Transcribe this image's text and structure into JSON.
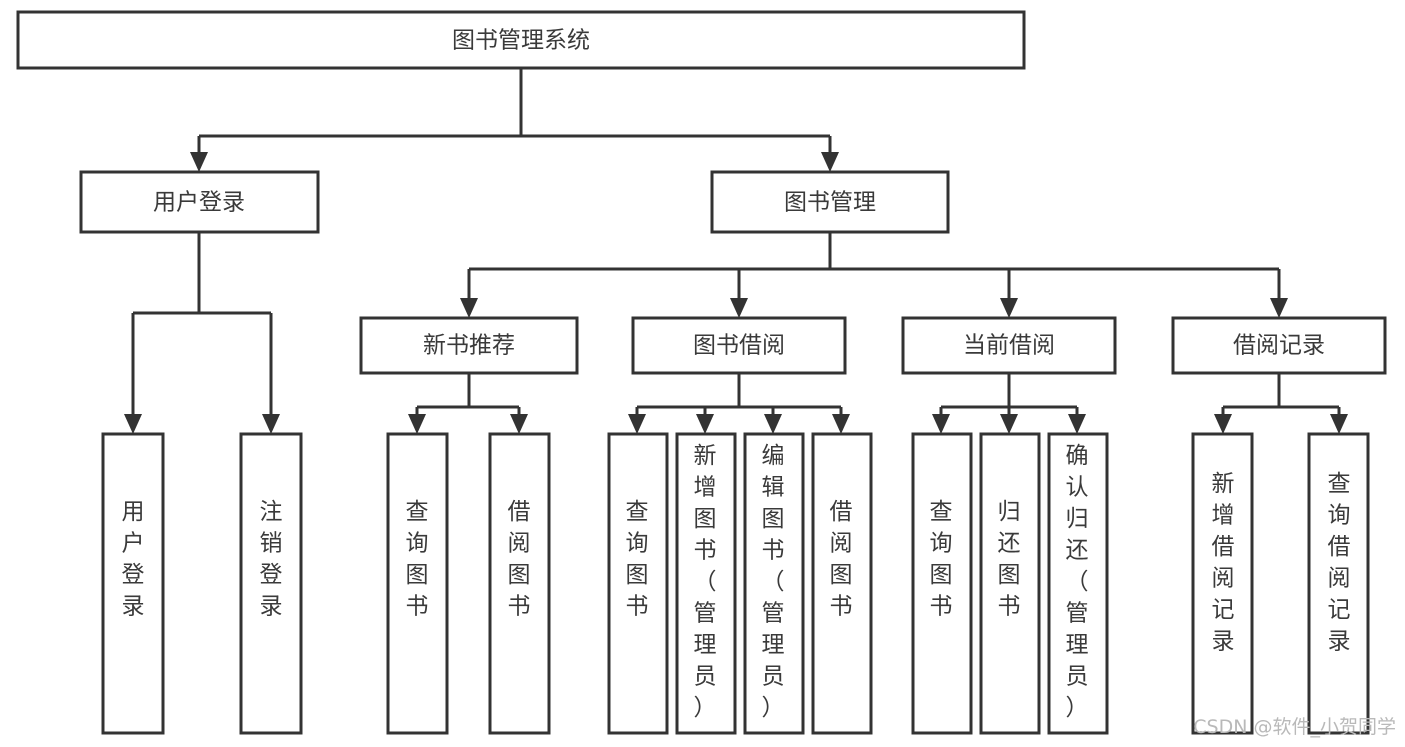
{
  "diagram": {
    "type": "tree-hierarchy-chart",
    "title": "图书管理系统",
    "orientation": "top-down",
    "colors": {
      "box_stroke": "#333333",
      "box_fill": "#ffffff",
      "text": "#3a3a3a",
      "connector": "#333333",
      "watermark": "#b9b9b9"
    },
    "levels": {
      "level0": {
        "label": "图书管理系统",
        "text_direction": "horizontal"
      },
      "level1": [
        {
          "label": "用户登录",
          "text_direction": "horizontal"
        },
        {
          "label": "图书管理",
          "text_direction": "horizontal"
        }
      ],
      "level2": [
        {
          "label": "新书推荐",
          "text_direction": "horizontal",
          "parent": "图书管理"
        },
        {
          "label": "图书借阅",
          "text_direction": "horizontal",
          "parent": "图书管理"
        },
        {
          "label": "当前借阅",
          "text_direction": "horizontal",
          "parent": "图书管理"
        },
        {
          "label": "借阅记录",
          "text_direction": "horizontal",
          "parent": "图书管理"
        }
      ],
      "level3": [
        {
          "label": "用户登录",
          "chars": [
            "用",
            "户",
            "登",
            "录"
          ],
          "text_direction": "vertical",
          "parent": "用户登录"
        },
        {
          "label": "注销登录",
          "chars": [
            "注",
            "销",
            "登",
            "录"
          ],
          "text_direction": "vertical",
          "parent": "用户登录"
        },
        {
          "label": "查询图书",
          "chars": [
            "查",
            "询",
            "图",
            "书"
          ],
          "text_direction": "vertical",
          "parent": "新书推荐"
        },
        {
          "label": "借阅图书",
          "chars": [
            "借",
            "阅",
            "图",
            "书"
          ],
          "text_direction": "vertical",
          "parent": "新书推荐"
        },
        {
          "label": "查询图书",
          "chars": [
            "查",
            "询",
            "图",
            "书"
          ],
          "text_direction": "vertical",
          "parent": "图书借阅"
        },
        {
          "label": "新增图书（管理员）",
          "chars": [
            "新",
            "增",
            "图",
            "书",
            "（",
            "管",
            "理",
            "员",
            "）"
          ],
          "text_direction": "vertical",
          "parent": "图书借阅"
        },
        {
          "label": "编辑图书（管理员）",
          "chars": [
            "编",
            "辑",
            "图",
            "书",
            "（",
            "管",
            "理",
            "员",
            "）"
          ],
          "text_direction": "vertical",
          "parent": "图书借阅"
        },
        {
          "label": "借阅图书",
          "chars": [
            "借",
            "阅",
            "图",
            "书"
          ],
          "text_direction": "vertical",
          "parent": "图书借阅"
        },
        {
          "label": "查询图书",
          "chars": [
            "查",
            "询",
            "图",
            "书"
          ],
          "text_direction": "vertical",
          "parent": "当前借阅"
        },
        {
          "label": "归还图书",
          "chars": [
            "归",
            "还",
            "图",
            "书"
          ],
          "text_direction": "vertical",
          "parent": "当前借阅"
        },
        {
          "label": "确认归还（管理员）",
          "chars": [
            "确",
            "认",
            "归",
            "还",
            "（",
            "管",
            "理",
            "员",
            "）"
          ],
          "text_direction": "vertical",
          "parent": "当前借阅"
        },
        {
          "label": "新增借阅记录",
          "chars": [
            "新",
            "增",
            "借",
            "阅",
            "记",
            "录"
          ],
          "text_direction": "vertical",
          "parent": "借阅记录"
        },
        {
          "label": "查询借阅记录",
          "chars": [
            "查",
            "询",
            "借",
            "阅",
            "记",
            "录"
          ],
          "text_direction": "vertical",
          "parent": "借阅记录"
        }
      ]
    }
  },
  "watermark": {
    "text": "CSDN @软件_小贺同学"
  }
}
